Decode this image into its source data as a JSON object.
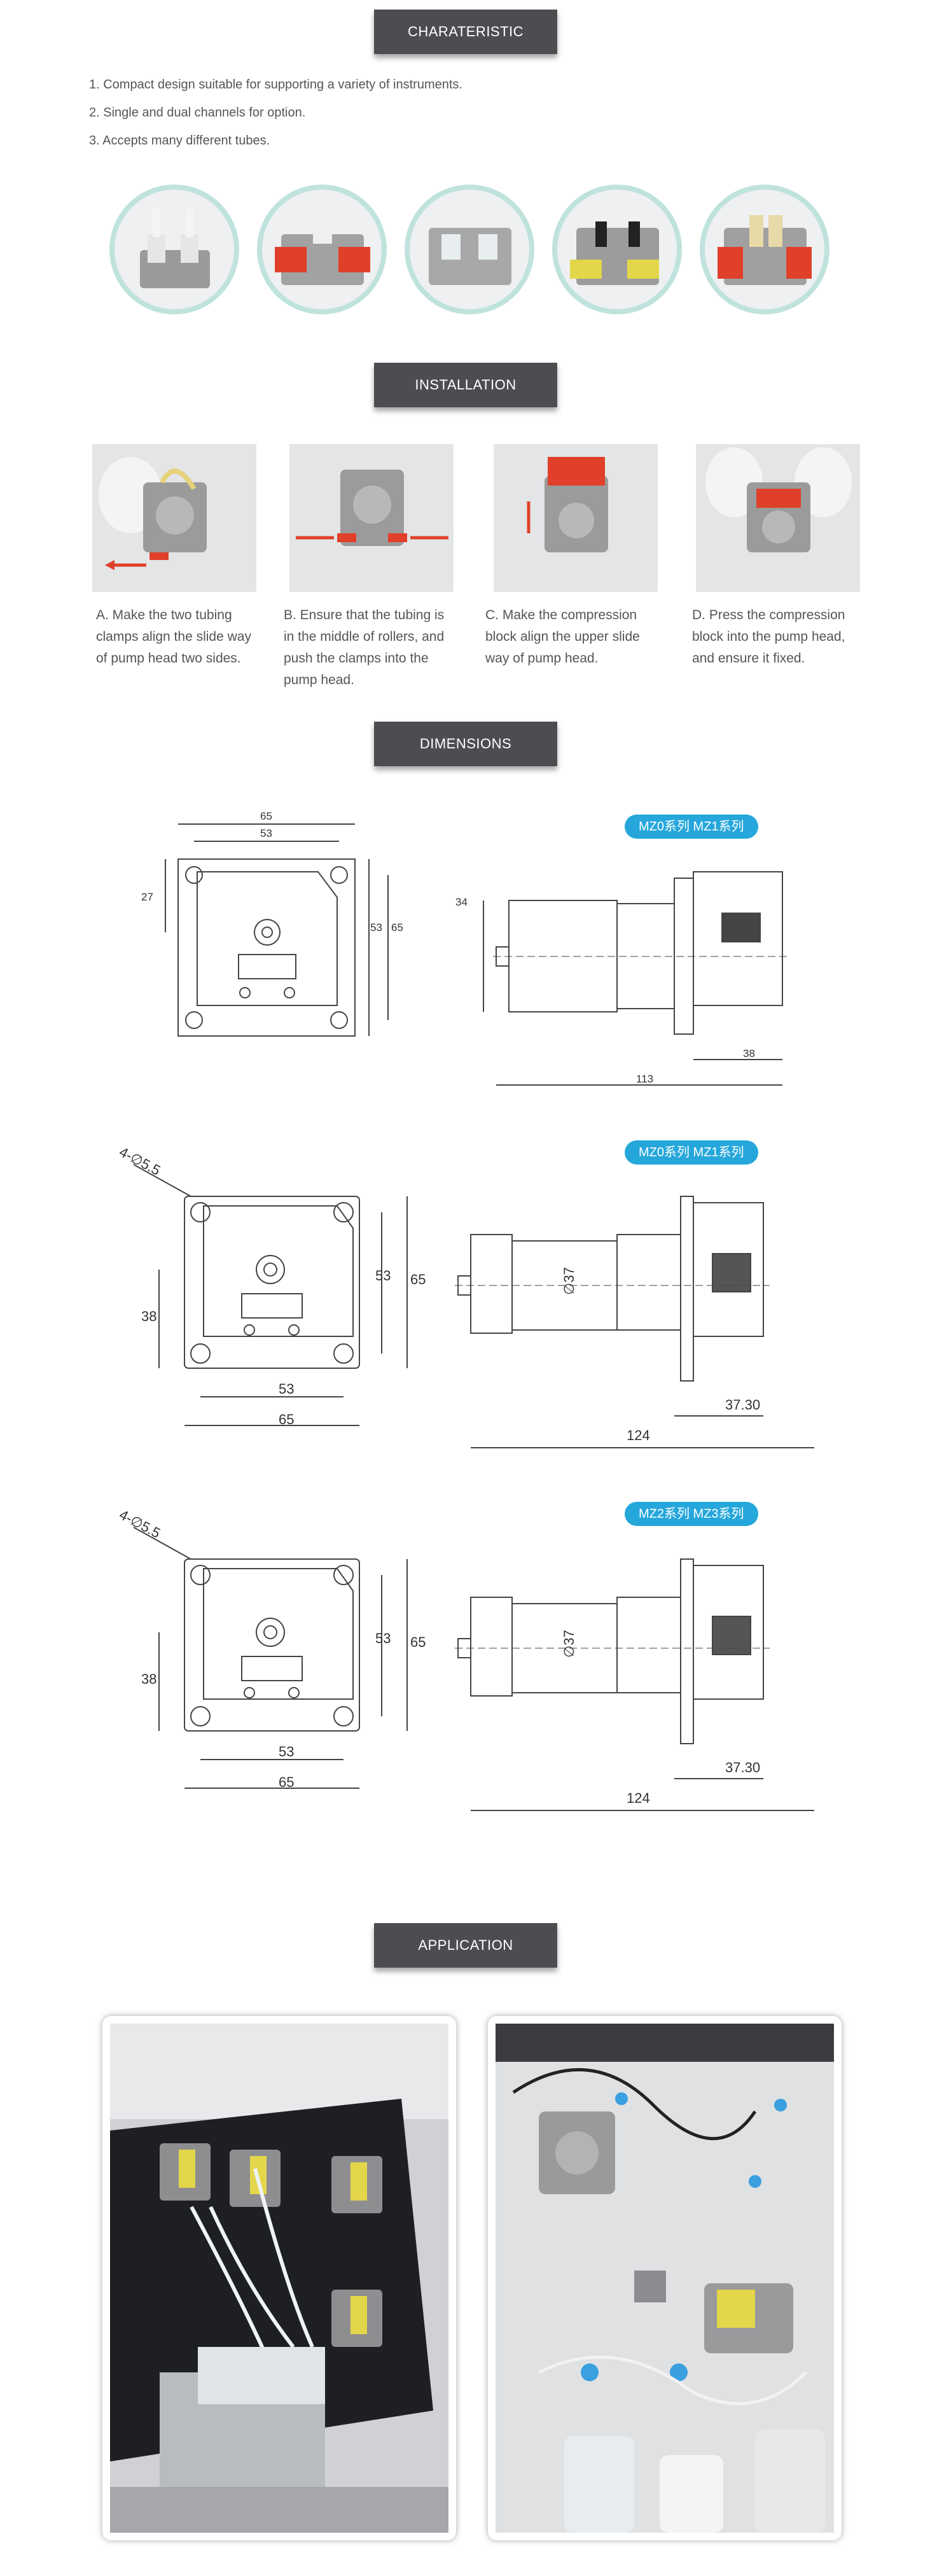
{
  "sections": {
    "characteristic": "CHARATERISTIC",
    "installation": "INSTALLATION",
    "dimensions": "DIMENSIONS",
    "application": "APPLICATION"
  },
  "features": [
    "1. Compact design suitable for supporting a variety of instruments.",
    "2. Single and dual channels for option.",
    "3. Accepts many different tubes."
  ],
  "installation_steps": [
    {
      "caption": "A. Make the two tubing clamps align the slide way of pump head two sides."
    },
    {
      "caption": "B. Ensure that the tubing is in the middle of rollers, and push the clamps into the pump head."
    },
    {
      "caption": "C. Make the compression block align the upper slide way of pump head."
    },
    {
      "caption": "D. Press the compression block into the pump head, and ensure it fixed."
    }
  ],
  "drawings": [
    {
      "tag": "MZ0系列 MZ1系列",
      "front": {
        "width": "65",
        "inner": "53",
        "height": "65",
        "inner_h": "53",
        "offset": "27"
      },
      "side": {
        "dia": "34",
        "head": "38",
        "total": "113"
      }
    },
    {
      "tag": "MZ0系列 MZ1系列",
      "front": {
        "holes": "4-∅5.5",
        "inner_h": "53",
        "height": "65",
        "offset": "38",
        "inner": "53",
        "width": "65"
      },
      "side": {
        "dia": "∅37",
        "head": "37.30",
        "total": "124"
      }
    },
    {
      "tag": "MZ2系列 MZ3系列",
      "front": {
        "holes": "4-∅5.5",
        "inner_h": "53",
        "height": "65",
        "offset": "38",
        "inner": "53",
        "width": "65"
      },
      "side": {
        "dia": "∅37",
        "head": "37.30",
        "total": "124"
      }
    }
  ],
  "colors": {
    "header_bg": "#4b4d51",
    "tag_bg": "#26a7db",
    "accent_red": "#e0402a",
    "accent_yellow": "#e3d64a"
  }
}
